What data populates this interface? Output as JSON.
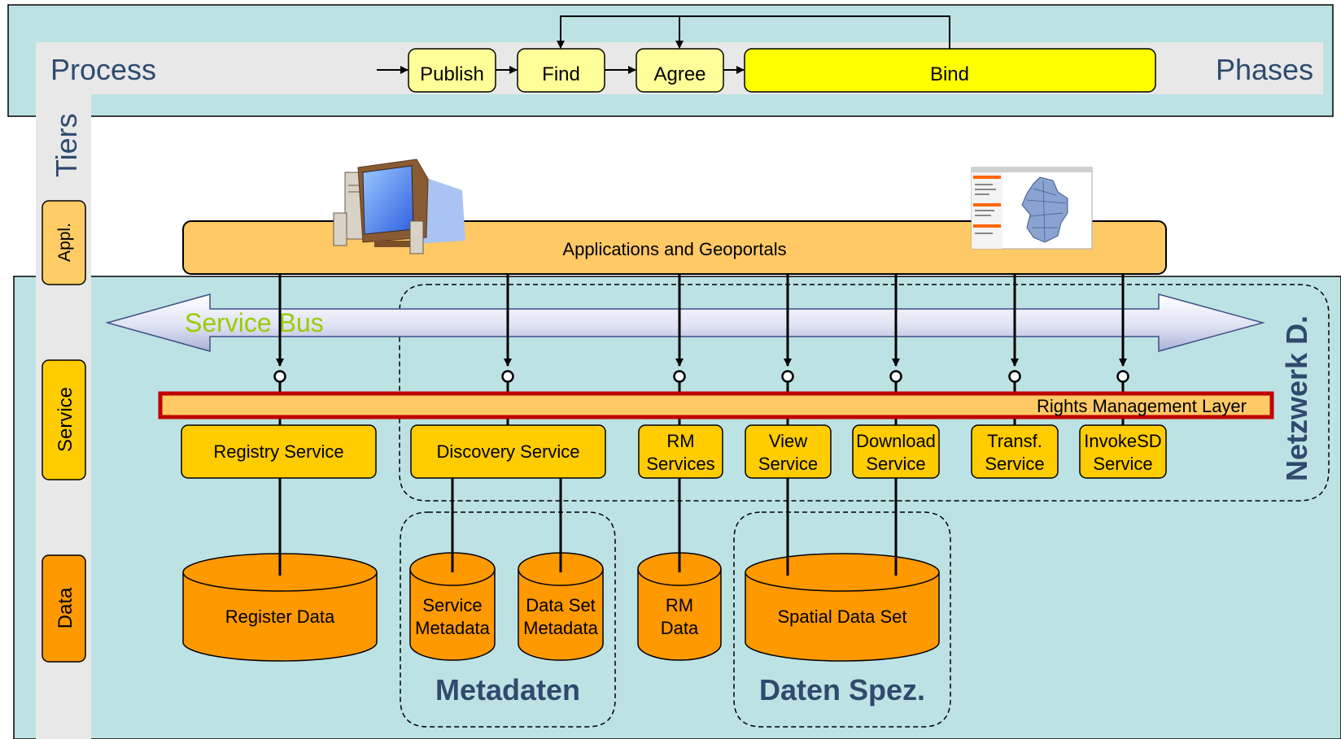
{
  "header": {
    "process_label": "Process",
    "phases_label": "Phases",
    "steps": [
      "Publish",
      "Find",
      "Agree",
      "Bind"
    ]
  },
  "tiers": {
    "title": "Tiers",
    "appl": "Appl.",
    "service": "Service",
    "data": "Data"
  },
  "applications": {
    "label": "Applications and Geoportals"
  },
  "service_bus": {
    "label": "Service Bus"
  },
  "rights_layer": {
    "label": "Rights Management Layer"
  },
  "netzwerk_label": "Netzwerk D.",
  "services": [
    {
      "line1": "Registry Service",
      "line2": ""
    },
    {
      "line1": "Discovery Service",
      "line2": ""
    },
    {
      "line1": "RM",
      "line2": "Services"
    },
    {
      "line1": "View",
      "line2": "Service"
    },
    {
      "line1": "Download",
      "line2": "Service"
    },
    {
      "line1": "Transf.",
      "line2": "Service"
    },
    {
      "line1": "InvokeSD",
      "line2": "Service"
    }
  ],
  "data_stores": [
    {
      "line1": "Register Data",
      "line2": ""
    },
    {
      "line1": "Service",
      "line2": "Metadata"
    },
    {
      "line1": "Data Set",
      "line2": "Metadata"
    },
    {
      "line1": "RM",
      "line2": "Data"
    },
    {
      "line1": "Spatial Data Set",
      "line2": ""
    }
  ],
  "groups": {
    "metadaten": "Metadaten",
    "daten_spez": "Daten Spez."
  },
  "colors": {
    "panel": "#bde2e4",
    "band": "#e8e8e8",
    "service_fill": "#ffcc00",
    "data_fill": "#ff9900",
    "appl_fill": "#ffc966",
    "bind_fill": "#ffff00",
    "step_fill": "#ffff99",
    "rights_border": "#c00000",
    "bus_text": "#99cc00",
    "group_text": "#2e4b6e"
  },
  "icons": [
    "computer-icon",
    "geoportal-map-icon"
  ]
}
